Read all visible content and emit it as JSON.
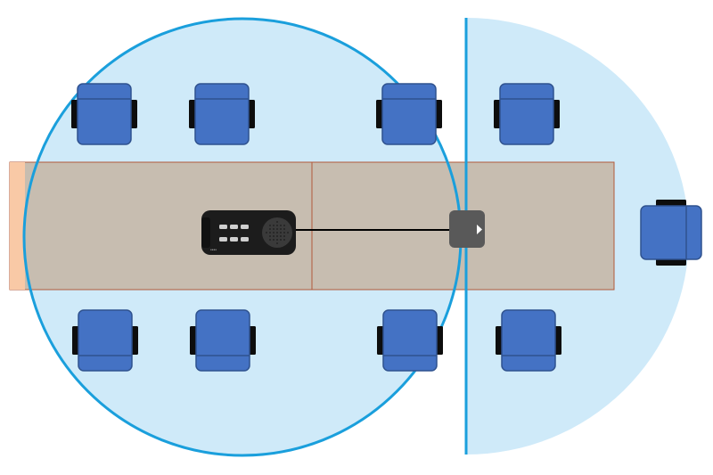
{
  "title": "",
  "colors": {
    "background": "#ffffff",
    "coverage_fill": "#cfeaf9",
    "coverage_stroke": "#1a9fdc",
    "table_fill": "#c7bdb0",
    "table_end_fill": "#f9c9a6",
    "table_stroke": "#b2593a",
    "chair_fill": "#4472c4",
    "chair_stroke": "#2f528f",
    "chair_armrest": "#0d0d0d",
    "speakerphone_body": "#1c1c1c",
    "speakerphone_grille": "#3a3a3a",
    "extension_mic": "#595959",
    "cable": "#000000"
  },
  "icons": {
    "speakerphone": "conference-speakerphone-icon",
    "extension_mic": "extension-microphone-icon",
    "chair": "office-chair-icon"
  },
  "chairs": {
    "top_row": 4,
    "bottom_row": 4,
    "head_of_table": 1
  },
  "speakerphone_buttons": [
    "button-1",
    "button-2",
    "button-3",
    "button-4",
    "button-5",
    "button-6"
  ],
  "speakerphone_label": "••••"
}
